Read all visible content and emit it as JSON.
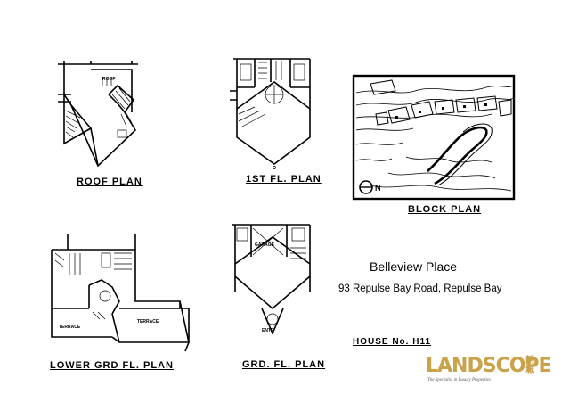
{
  "plans": {
    "roof": {
      "title": "ROOF PLAN",
      "room_label": "ROOF"
    },
    "first_floor": {
      "title": "1ST FL. PLAN"
    },
    "block": {
      "title": "BLOCK PLAN",
      "north_label": "N"
    },
    "lower_ground": {
      "title": "LOWER GRD FL. PLAN",
      "terrace_left": "TERRACE",
      "terrace_right": "TERRACE"
    },
    "ground": {
      "title": "GRD. FL. PLAN",
      "garage_label": "GARAGE",
      "entry_label": "ENTR"
    }
  },
  "property": {
    "name": "Belleview Place",
    "address": "93 Repulse Bay Road, Repulse Bay",
    "house_label": "HOUSE No. H11"
  },
  "logo": {
    "brand_prefix": "LAND",
    "brand_suffix": "SCOPE",
    "tagline": "The Specialist in Luxury Properties",
    "chinese_1": "朗",
    "chinese_2": "城",
    "color": "#c9a24a"
  }
}
